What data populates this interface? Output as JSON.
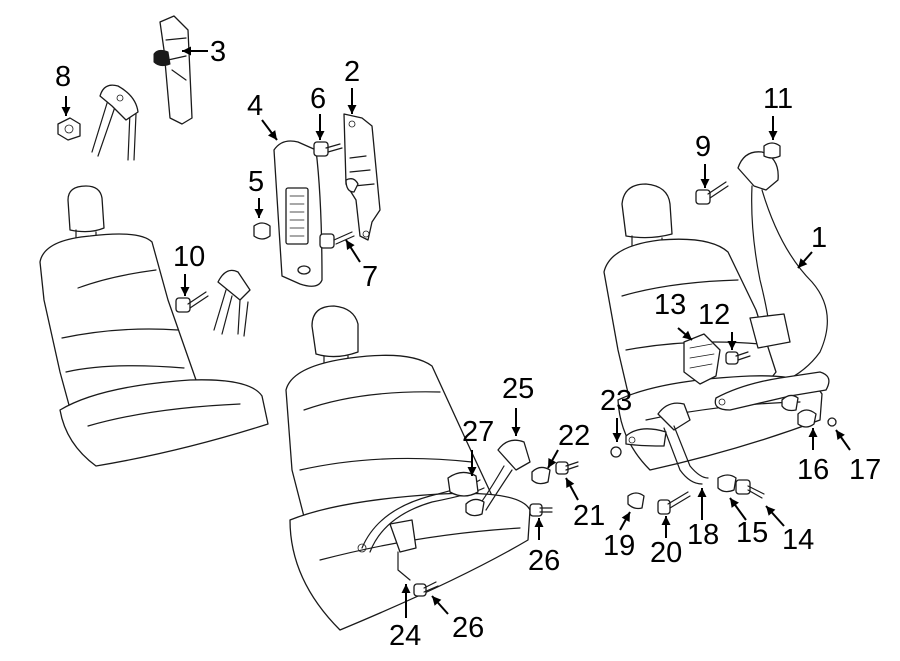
{
  "diagram": {
    "callouts": [
      {
        "id": "c1",
        "label": "1"
      },
      {
        "id": "c2",
        "label": "2"
      },
      {
        "id": "c3",
        "label": "3"
      },
      {
        "id": "c4",
        "label": "4"
      },
      {
        "id": "c5",
        "label": "5"
      },
      {
        "id": "c6",
        "label": "6"
      },
      {
        "id": "c7",
        "label": "7"
      },
      {
        "id": "c8",
        "label": "8"
      },
      {
        "id": "c9",
        "label": "9"
      },
      {
        "id": "c10",
        "label": "10"
      },
      {
        "id": "c11",
        "label": "11"
      },
      {
        "id": "c12",
        "label": "12"
      },
      {
        "id": "c13",
        "label": "13"
      },
      {
        "id": "c14",
        "label": "14"
      },
      {
        "id": "c15",
        "label": "15"
      },
      {
        "id": "c16",
        "label": "16"
      },
      {
        "id": "c17",
        "label": "17"
      },
      {
        "id": "c18",
        "label": "18"
      },
      {
        "id": "c19",
        "label": "19"
      },
      {
        "id": "c20",
        "label": "20"
      },
      {
        "id": "c21",
        "label": "21"
      },
      {
        "id": "c22",
        "label": "22"
      },
      {
        "id": "c23",
        "label": "23"
      },
      {
        "id": "c24",
        "label": "24"
      },
      {
        "id": "c25",
        "label": "25"
      },
      {
        "id": "c26a",
        "label": "26"
      },
      {
        "id": "c26b",
        "label": "26"
      },
      {
        "id": "c27",
        "label": "27"
      }
    ]
  }
}
